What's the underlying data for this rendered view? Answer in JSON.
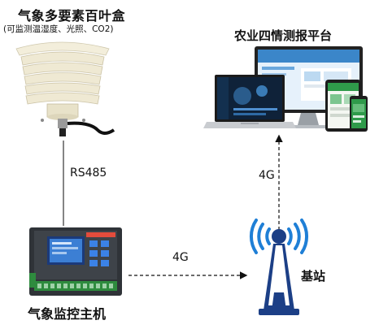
{
  "labels": {
    "sensor_title": "气象多要素百叶盒",
    "sensor_subtitle": "(可监测温湿度、光照、CO2)",
    "platform_title": "农业四情测报平台",
    "link_wire": "RS485",
    "link_vertical": "4G",
    "link_horizontal": "4G",
    "base_station": "基站",
    "host": "气象监控主机"
  },
  "colors": {
    "signal_blue": "#1f7fd6",
    "tower_navy": "#1c3f86",
    "host_green": "#2e8b3e",
    "host_dark": "#2f3338",
    "louver": "#efe9d3"
  },
  "icons": {
    "sensor": "louver-box-icon",
    "platform": "devices-icon",
    "host": "controller-icon",
    "tower": "signal-tower-icon"
  }
}
